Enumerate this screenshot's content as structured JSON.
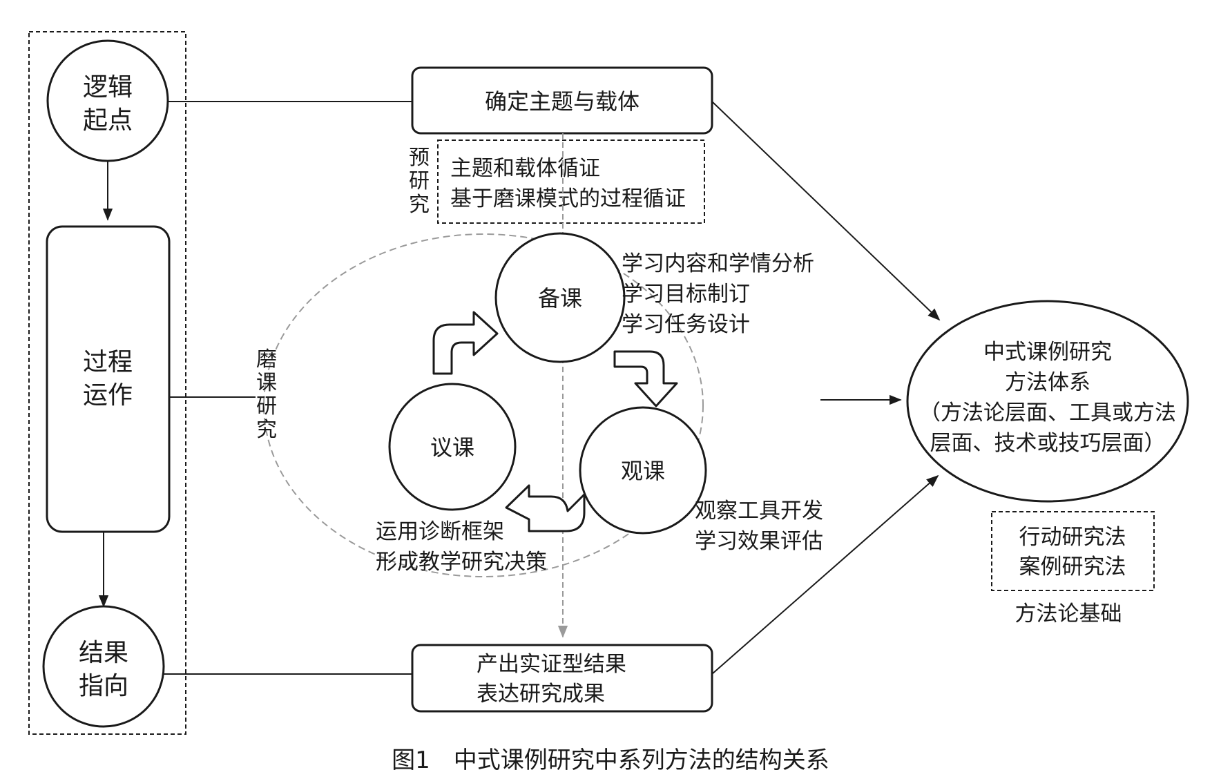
{
  "left_column": {
    "logic_start": [
      "逻辑",
      "起点"
    ],
    "process": [
      "过程",
      "运作"
    ],
    "result": [
      "结果",
      "指向"
    ]
  },
  "top_box": "确定主题与载体",
  "pre_research": {
    "label": [
      "预",
      "研",
      "究"
    ],
    "lines": [
      "主题和载体循证",
      "基于磨课模式的过程循证"
    ]
  },
  "polishing": {
    "label": [
      "磨",
      "课",
      "研",
      "究"
    ],
    "prepare": {
      "name": "备课",
      "notes": [
        "学习内容和学情分析",
        "学习目标制订",
        "学习任务设计"
      ]
    },
    "observe": {
      "name": "观课",
      "notes": [
        "观察工具开发",
        "学习效果评估"
      ]
    },
    "discuss": {
      "name": "议课",
      "notes": [
        "运用诊断框架",
        "形成教学研究决策"
      ]
    }
  },
  "bottom_box": [
    "产出实证型结果",
    "表达研究成果"
  ],
  "system": [
    "中式课例研究",
    "方法体系",
    "（方法论层面、工具或方法",
    "层面、技术或技巧层面）"
  ],
  "methods": [
    "行动研究法",
    "案例研究法"
  ],
  "methods_caption": "方法论基础",
  "caption": "图1　中式课例研究中系列方法的结构关系",
  "colors": {
    "line": "#1a1a1a",
    "dashed_gray": "#9a9a9a"
  }
}
